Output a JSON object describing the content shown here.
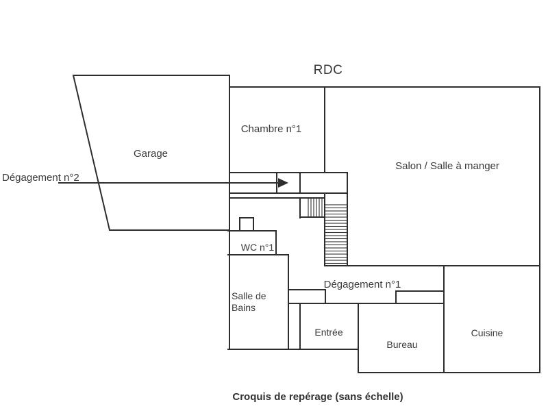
{
  "title": "RDC",
  "caption": "Croquis de repérage (sans échelle)",
  "rooms": {
    "garage": "Garage",
    "chambre1": "Chambre n°1",
    "salon": "Salon / Salle à manger",
    "degagement2": "Dégagement n°2",
    "wc1": "WC n°1",
    "salle_de_bains_line1": "Salle de",
    "salle_de_bains_line2": "Bains",
    "degagement1": "Dégagement n°1",
    "entree": "Entrée",
    "bureau": "Bureau",
    "cuisine": "Cuisine"
  },
  "colors": {
    "wall_line": "#2d2d2d",
    "text": "#3a3a3a",
    "background": "#ffffff"
  }
}
